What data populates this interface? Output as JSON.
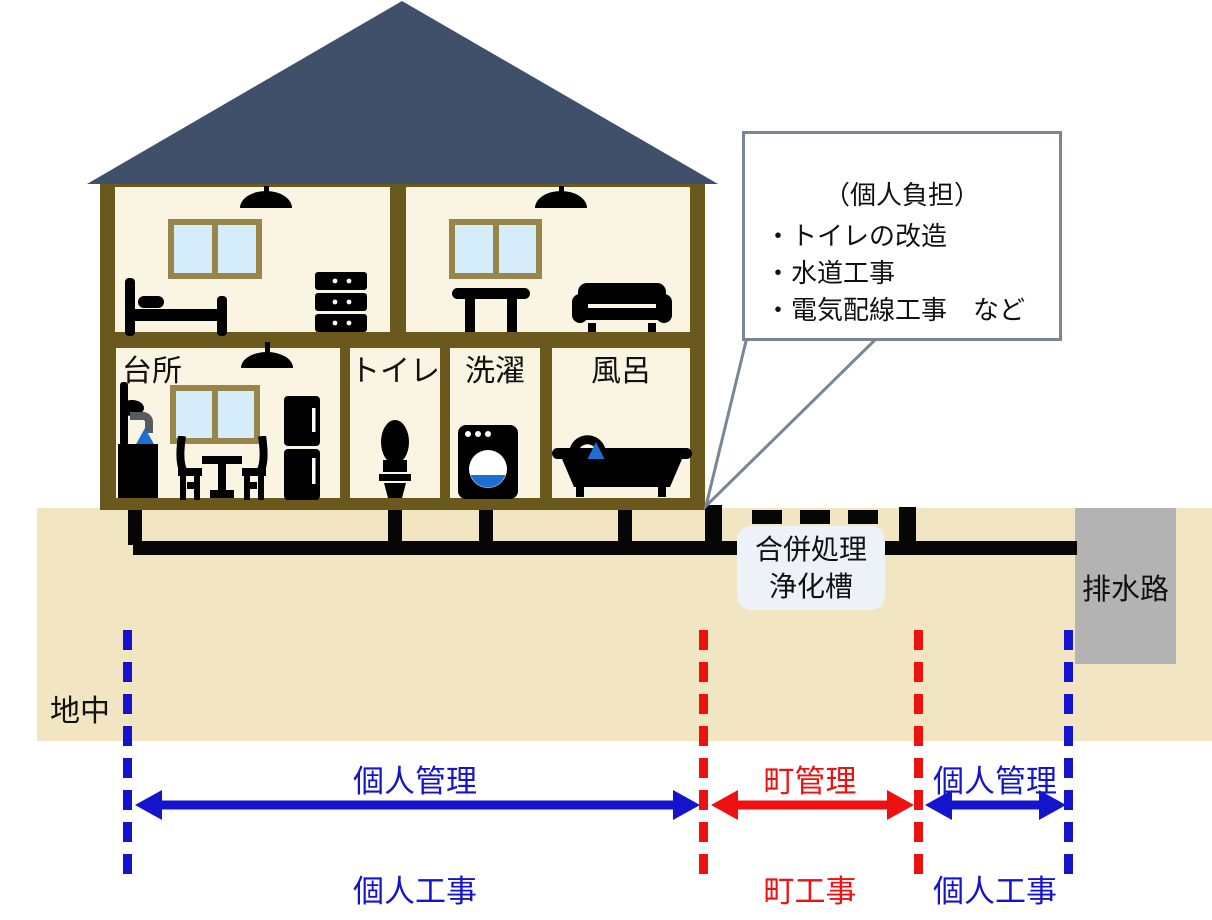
{
  "callout": {
    "title": "（個人負担）",
    "items": [
      "・トイレの改造",
      "・水道工事",
      "・電気配線工事　など"
    ]
  },
  "house": {
    "first_floor_rooms": [
      {
        "label": "台所"
      },
      {
        "label": "トイレ"
      },
      {
        "label": "洗濯"
      },
      {
        "label": "風呂"
      }
    ]
  },
  "ground": {
    "underground_label": "地中",
    "septic_tank_label_line1": "合併処理",
    "septic_tank_label_line2": "浄化槽",
    "drainage_label": "排水路"
  },
  "zones": {
    "management": [
      {
        "label": "個人管理",
        "color": "#1414cc"
      },
      {
        "label": "町管理",
        "color": "#ee1111"
      },
      {
        "label": "個人管理",
        "color": "#1414cc"
      }
    ],
    "construction": [
      {
        "label": "個人工事",
        "color": "#1414cc"
      },
      {
        "label": "町工事",
        "color": "#ee1111"
      },
      {
        "label": "個人工事",
        "color": "#1414cc"
      }
    ]
  },
  "colors": {
    "roof": "#40506a",
    "wall": "#6a581c",
    "window_frame": "#97854a",
    "window_pane": "#d5ecfb",
    "interior": "#faf4e3",
    "ground": "#f2e5c1",
    "drainage": "#b3b3b3",
    "blue": "#1414cc",
    "red": "#ee1111",
    "water": "#1d6ed1",
    "callout_border": "#7b8695",
    "septic_label_bg": "#edf2f8"
  }
}
